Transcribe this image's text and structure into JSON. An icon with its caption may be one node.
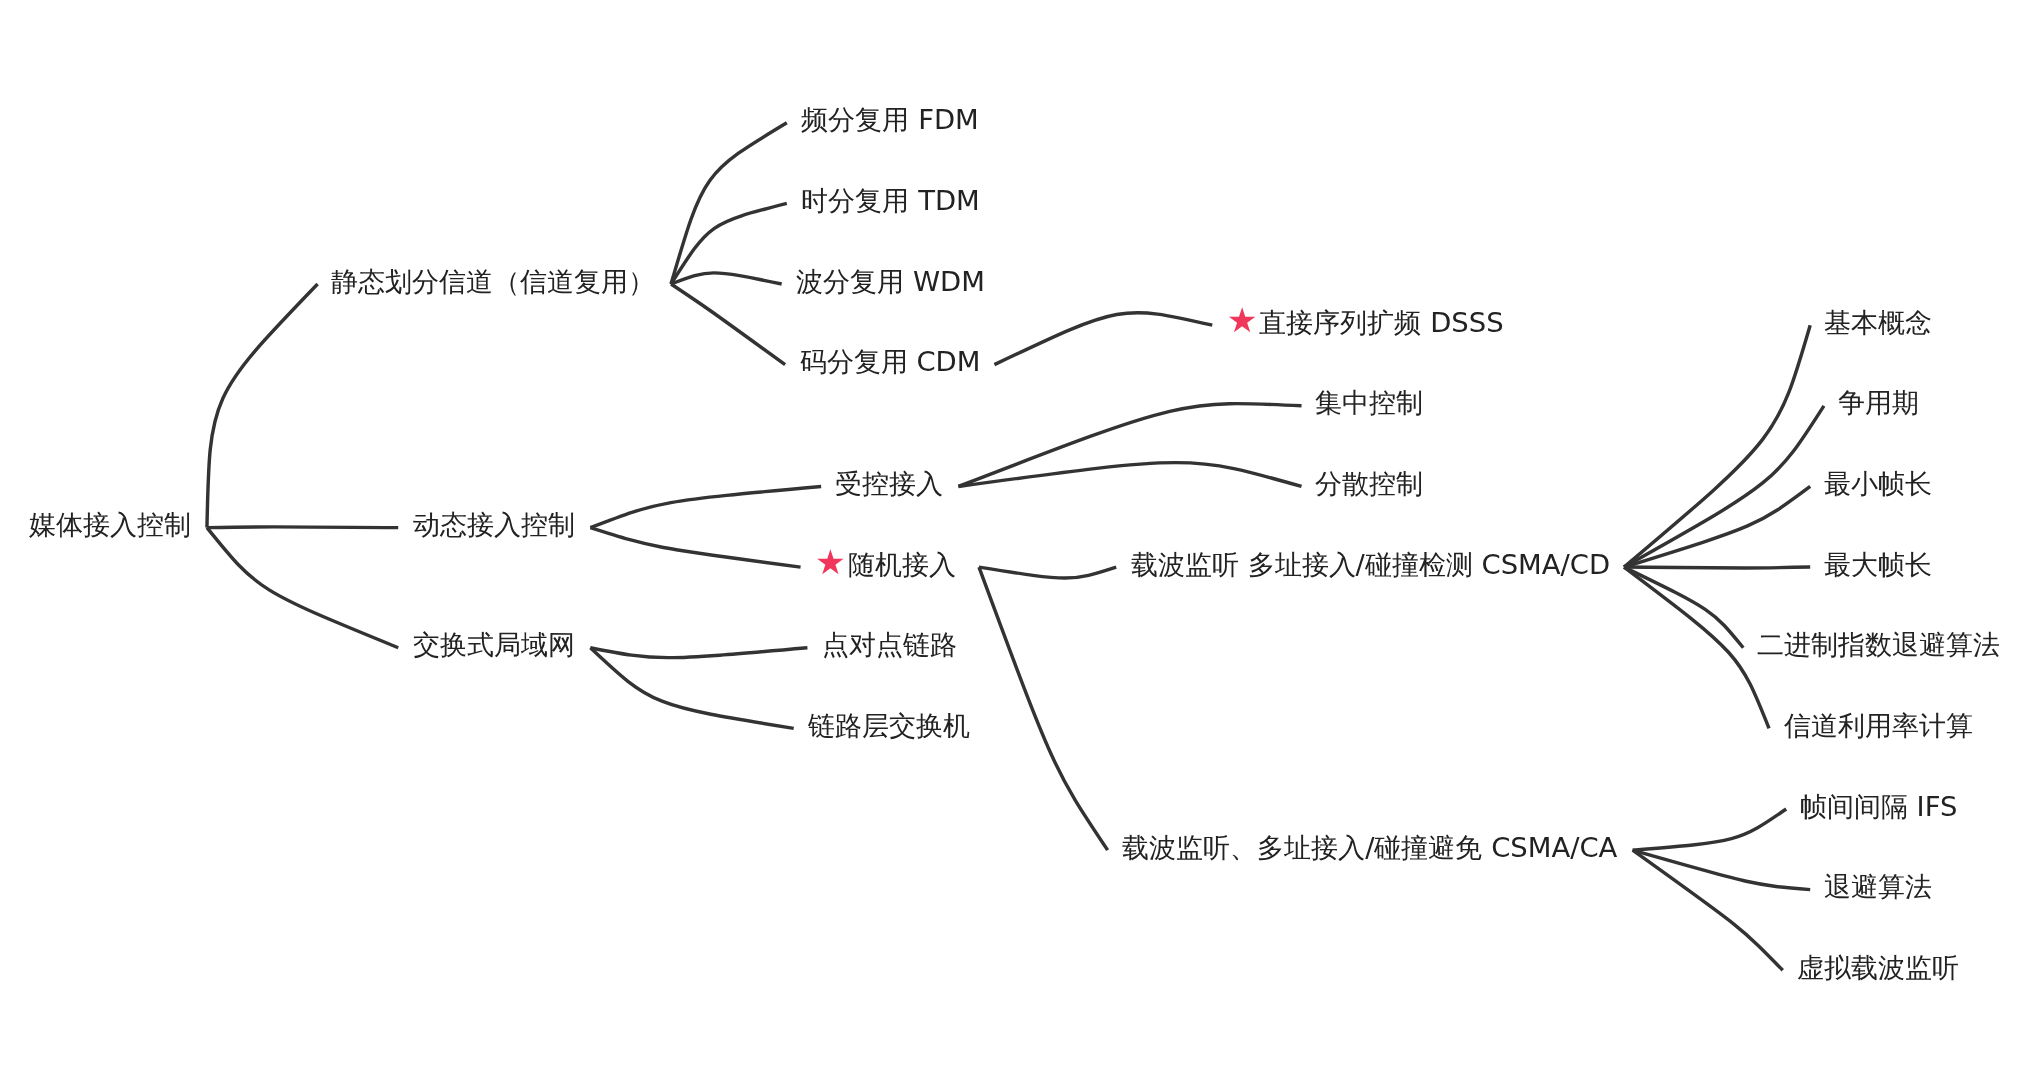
{
  "diagram": {
    "nodes": [
      {
        "text": [
          "媒体接入控制"
        ]
      },
      {
        "text": [
          "静态划分信道（信道复用）"
        ]
      },
      {
        "text": [
          "频分复用 FDM"
        ]
      },
      {
        "text": [
          "时分复用 TDM"
        ]
      },
      {
        "text": [
          "波分复用 WDM"
        ]
      },
      {
        "text": [
          "码分复用 CDM"
        ]
      },
      {
        "text": [
          "直接序列扩频 DSSS"
        ],
        "beside": [
          "★"
        ]
      },
      {
        "text": [
          "动态接入控制"
        ]
      },
      {
        "text": [
          "受控接入"
        ]
      },
      {
        "text": [
          "集中控制"
        ]
      },
      {
        "text": [
          "分散控制"
        ]
      },
      {
        "text": [
          "随机接入"
        ],
        "beside": [
          "★"
        ]
      },
      {
        "text": [
          "载波监听 多址接入/碰撞检测 CSMA/CD"
        ]
      },
      {
        "text": [
          "基本概念"
        ]
      },
      {
        "text": [
          "争用期"
        ]
      },
      {
        "text": [
          "最小帧长"
        ]
      },
      {
        "text": [
          "最大帧长"
        ]
      },
      {
        "text": [
          "二进制指数退避算法"
        ]
      },
      {
        "text": [
          "信道利用率计算"
        ]
      },
      {
        "text": [
          "载波监听、多址接入/碰撞避免 CSMA/CA"
        ]
      },
      {
        "text": [
          "帧间间隔 IFS"
        ]
      },
      {
        "text": [
          "退避算法"
        ]
      },
      {
        "text": [
          "虚拟载波监听"
        ]
      },
      {
        "text": [
          "交换式局域网"
        ]
      },
      {
        "text": [
          "点对点链路"
        ]
      },
      {
        "text": [
          "链路层交换机"
        ]
      }
    ],
    "edges": [
      {
        "from": 0,
        "to": 1,
        "arrow": "none"
      },
      {
        "from": 1,
        "to": 2,
        "arrow": "none"
      },
      {
        "from": 1,
        "to": 3,
        "arrow": "none"
      },
      {
        "from": 1,
        "to": 4,
        "arrow": "none"
      },
      {
        "from": 1,
        "to": 5,
        "arrow": "none"
      },
      {
        "from": 5,
        "to": 6,
        "arrow": "none"
      },
      {
        "from": 0,
        "to": 7,
        "arrow": "none"
      },
      {
        "from": 7,
        "to": 8,
        "arrow": "none"
      },
      {
        "from": 8,
        "to": 9,
        "arrow": "none"
      },
      {
        "from": 8,
        "to": 10,
        "arrow": "none"
      },
      {
        "from": 7,
        "to": 11,
        "arrow": "none"
      },
      {
        "from": 11,
        "to": 12,
        "arrow": "none"
      },
      {
        "from": 12,
        "to": 13,
        "arrow": "none"
      },
      {
        "from": 12,
        "to": 14,
        "arrow": "none"
      },
      {
        "from": 12,
        "to": 15,
        "arrow": "none"
      },
      {
        "from": 12,
        "to": 16,
        "arrow": "none"
      },
      {
        "from": 12,
        "to": 17,
        "arrow": "none"
      },
      {
        "from": 12,
        "to": 18,
        "arrow": "none"
      },
      {
        "from": 11,
        "to": 19,
        "arrow": "none"
      },
      {
        "from": 19,
        "to": 20,
        "arrow": "none"
      },
      {
        "from": 19,
        "to": 21,
        "arrow": "none"
      },
      {
        "from": 19,
        "to": 22,
        "arrow": "none"
      },
      {
        "from": 0,
        "to": 23,
        "arrow": "none"
      },
      {
        "from": 23,
        "to": 24,
        "arrow": "none"
      },
      {
        "from": 23,
        "to": 25,
        "arrow": "none"
      }
    ]
  }
}
